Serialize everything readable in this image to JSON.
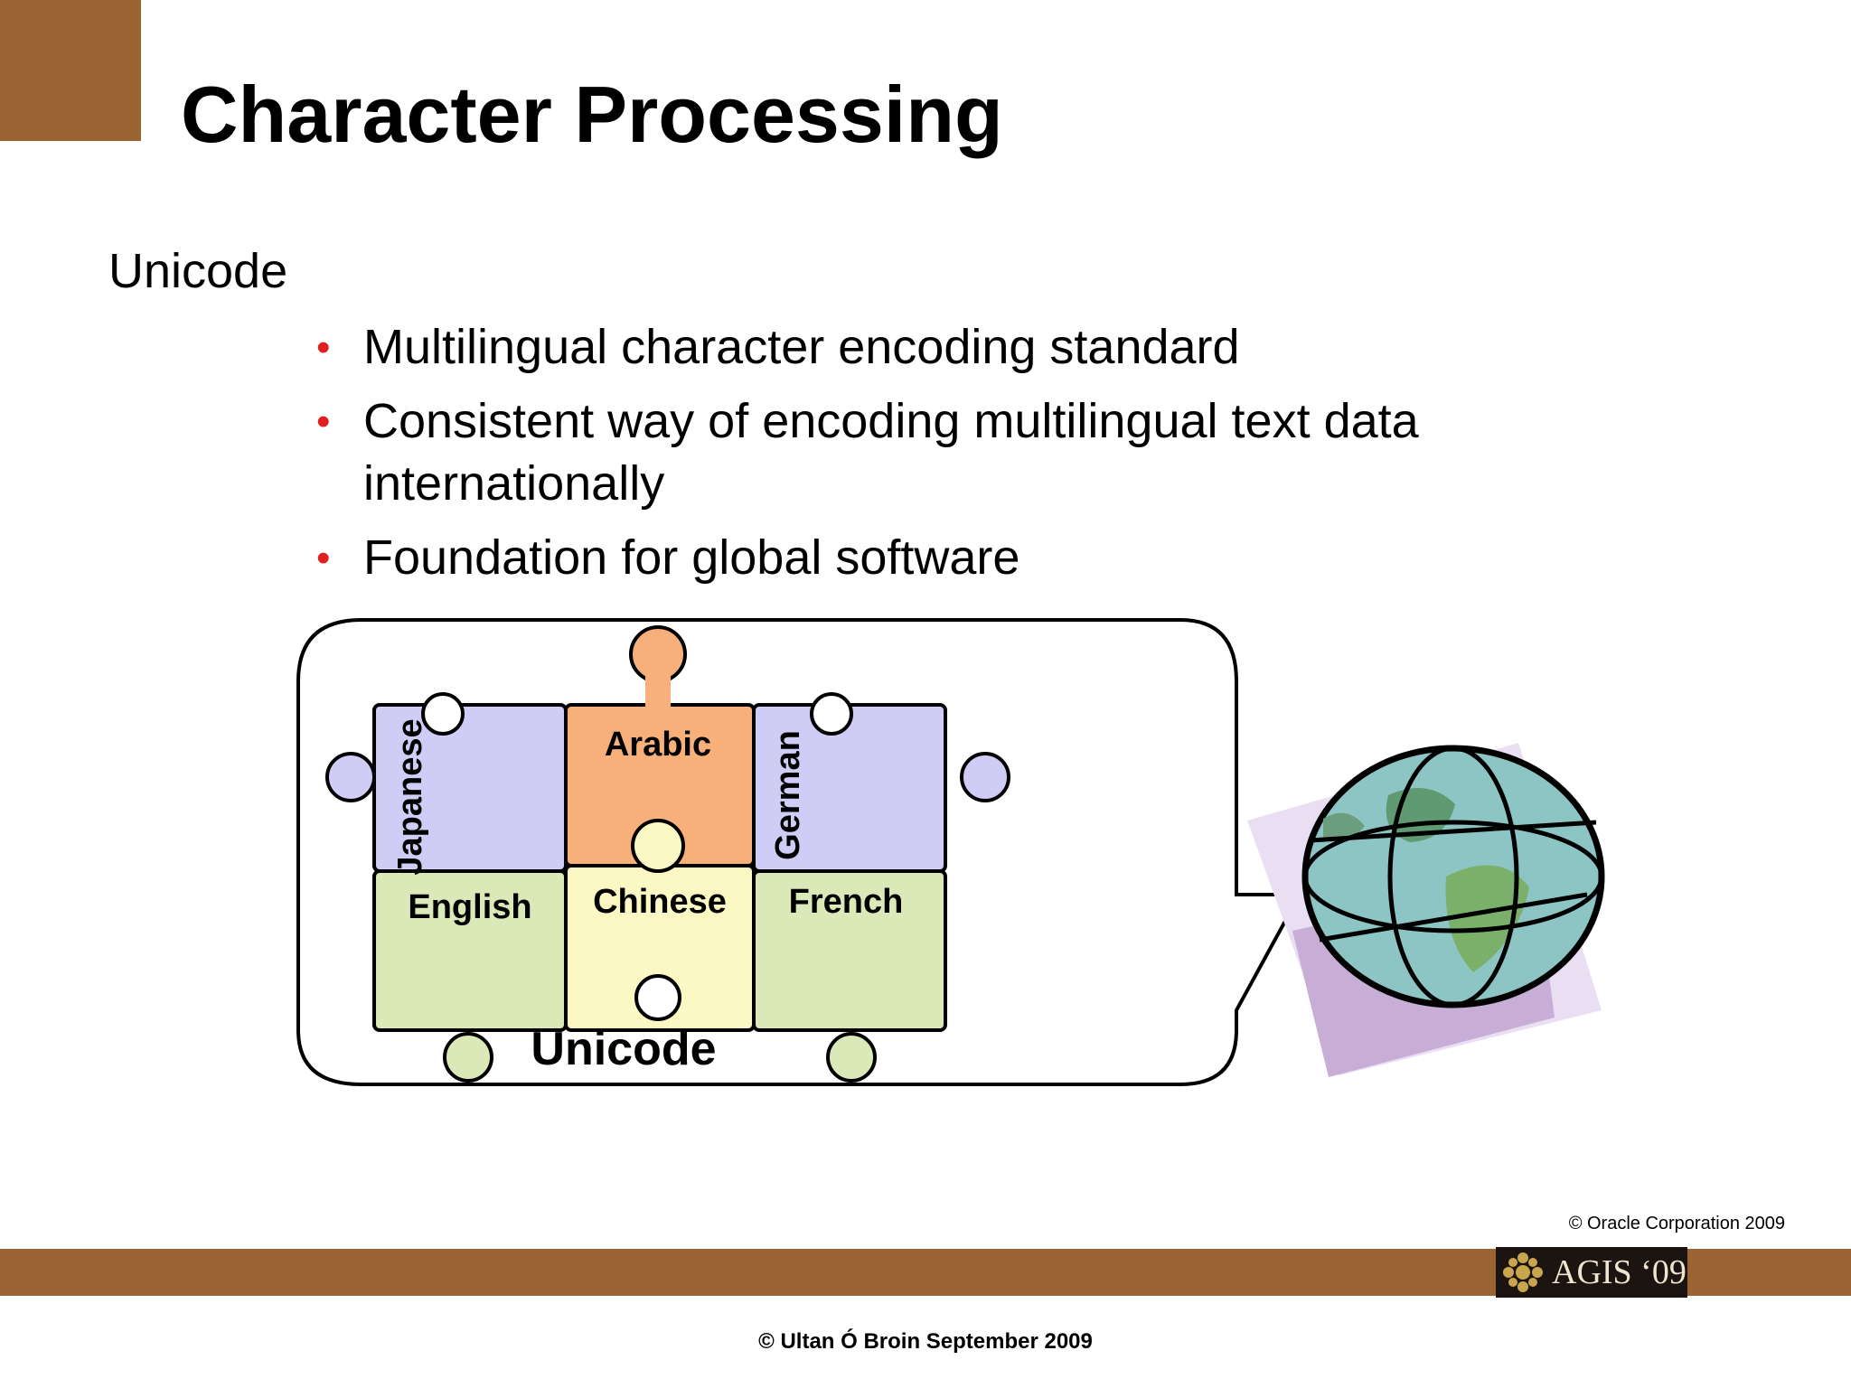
{
  "slide": {
    "title": "Character Processing",
    "heading": "Unicode",
    "bullets": [
      "Multilingual character encoding standard",
      "Consistent way of encoding multilingual text data internationally",
      "Foundation for global software"
    ]
  },
  "diagram": {
    "pieces": {
      "japanese": "Japanese",
      "arabic": "Arabic",
      "german": "German",
      "english": "English",
      "chinese": "Chinese",
      "french": "French"
    },
    "label": "Unicode"
  },
  "footer": {
    "oracle_copyright": "© Oracle Corporation 2009",
    "logo_text": "AGIS ‘09",
    "author_copyright": "© Ultan Ó Broin September 2009"
  },
  "colors": {
    "accent_brown": "#9a6332",
    "bullet_red": "#e02020",
    "piece_lavender": "#cfcdf6",
    "piece_orange": "#f8b07b",
    "piece_green": "#dbe8b8",
    "piece_cream": "#fbf8c4"
  },
  "icons": [
    "globe-icon",
    "agis-logo-emblem-icon"
  ]
}
